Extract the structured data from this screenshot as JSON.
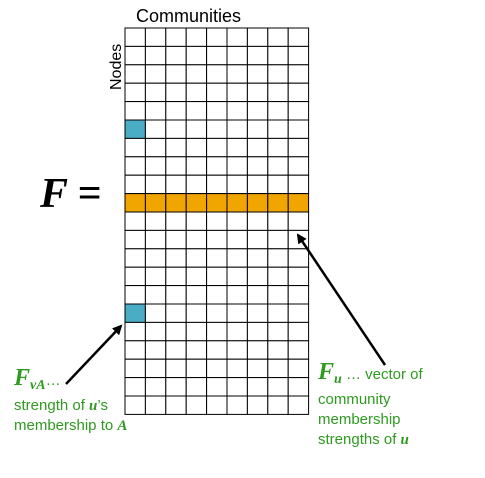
{
  "matrix": {
    "rows": 21,
    "cols": 9,
    "column_axis_label": "Communities",
    "row_axis_label": "Nodes",
    "highlight_row": 9,
    "highlight_row_color": "#f0a500",
    "highlighted_cells": [
      {
        "row": 5,
        "col": 0
      },
      {
        "row": 15,
        "col": 0
      }
    ],
    "cell_highlight_color": "#4bacc6",
    "grid_color": "#000000"
  },
  "symbol": {
    "letter": "F",
    "equals": "="
  },
  "annotations": {
    "fva": {
      "symbol": "F",
      "subscript": "vA",
      "ellipsis": "…",
      "line2_prefix": "strength of ",
      "line2_var": "u",
      "line2_suffix": "’s",
      "line3_prefix": "membership to ",
      "line3_var": "A"
    },
    "fu": {
      "symbol": "F",
      "subscript": "u",
      "ellipsis": " … ",
      "line1_suffix": "vector of",
      "line2": "community",
      "line3": "membership",
      "line4_prefix": "strengths of ",
      "line4_var": "u"
    }
  },
  "colors": {
    "annotation_text": "#2e9a1f",
    "arrow": "#000000"
  }
}
